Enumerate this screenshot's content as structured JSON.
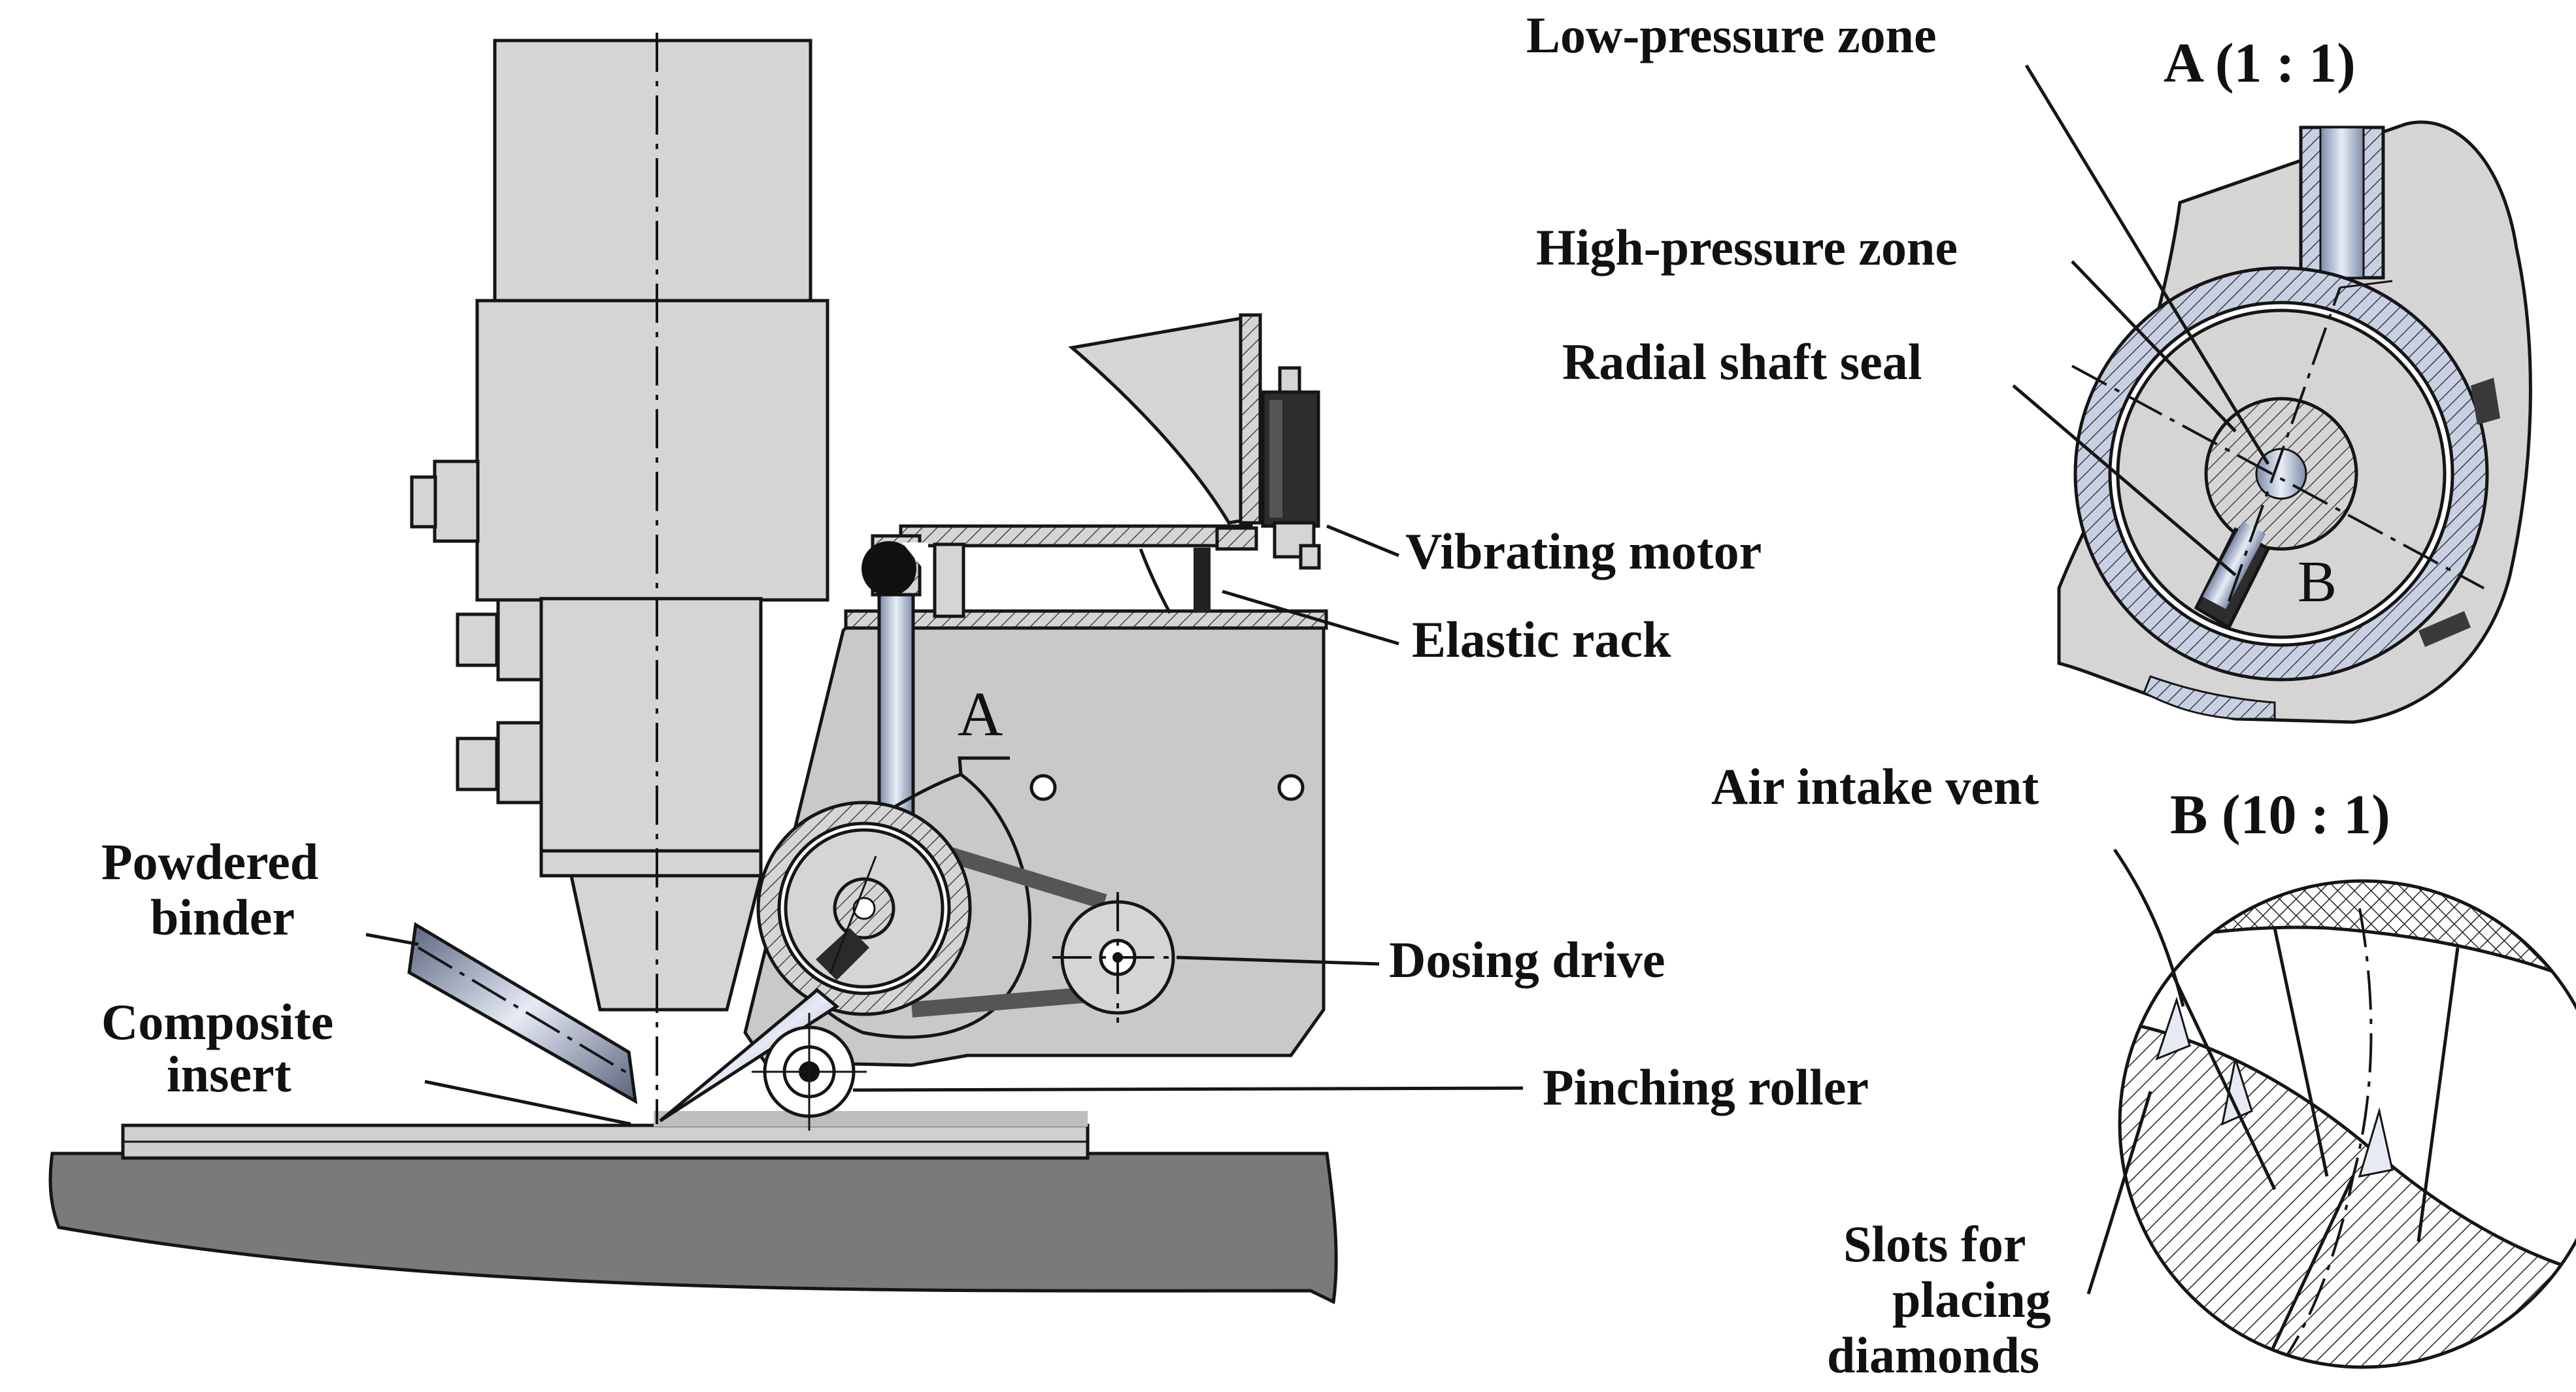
{
  "labels": {
    "low_pressure_zone": "Low-pressure zone",
    "high_pressure_zone": "High-pressure zone",
    "radial_shaft_seal": "Radial shaft seal",
    "vibrating_motor": "Vibrating motor",
    "elastic_rack": "Elastic rack",
    "powdered_binder": [
      "Powdered",
      "binder"
    ],
    "composite_insert": [
      "Composite",
      "insert"
    ],
    "dosing_drive": "Dosing drive",
    "pinching_roller": "Pinching roller",
    "air_intake_vent": "Air intake vent",
    "slots_for_placing_diamonds": [
      "Slots for",
      "placing",
      "diamonds"
    ]
  },
  "views": {
    "detail_a_title": "A (1 : 1)",
    "detail_b_title": "B (10 : 1)",
    "marker_a": "A",
    "marker_b": "B"
  }
}
